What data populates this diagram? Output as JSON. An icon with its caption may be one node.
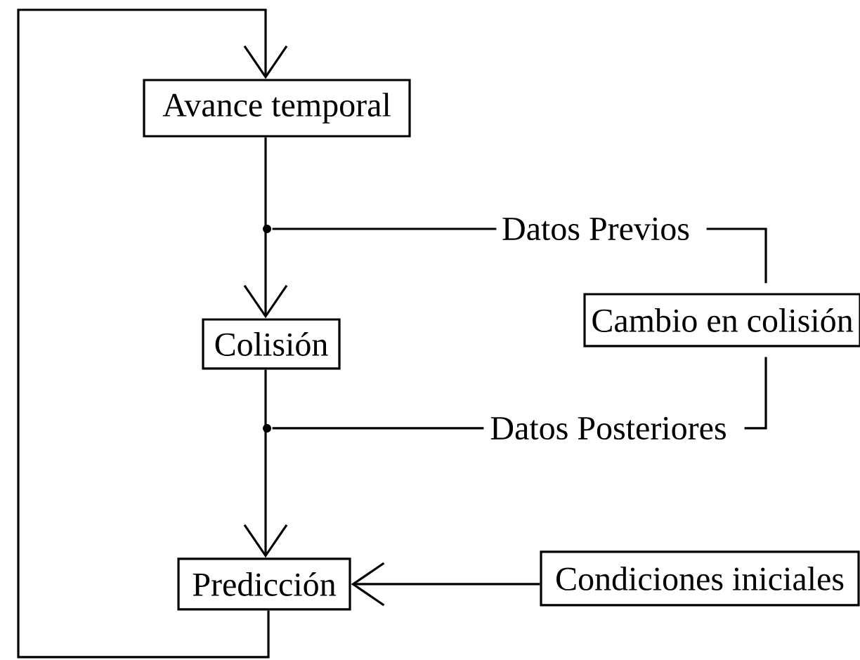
{
  "diagram": {
    "nodes": [
      {
        "text": [
          "Avance temporal"
        ]
      },
      {
        "text": [
          "Colisión"
        ]
      },
      {
        "text": [
          "Predicción"
        ]
      },
      {
        "text": [
          "Cambio en colisión"
        ]
      },
      {
        "text": [
          "Condiciones iniciales"
        ]
      },
      {
        "text": [
          "Datos Previos"
        ]
      },
      {
        "text": [
          "Datos Posteriores"
        ]
      },
      {
        "text": [],
        "shape": "circle"
      },
      {
        "text": [],
        "shape": "circle"
      }
    ],
    "edges": [
      {
        "from": 0,
        "to": 1,
        "arrow": "to"
      },
      {
        "from": 1,
        "to": 2,
        "arrow": "to"
      },
      {
        "from": 2,
        "to": 0,
        "arrow": "to"
      },
      {
        "from": 4,
        "to": 2,
        "arrow": "to"
      },
      {
        "from": 5,
        "to": 7,
        "arrow": "none"
      },
      {
        "from": 6,
        "to": 8,
        "arrow": "none"
      },
      {
        "from": 5,
        "to": 3,
        "arrow": "none"
      },
      {
        "from": 6,
        "to": 3,
        "arrow": "none"
      }
    ]
  }
}
